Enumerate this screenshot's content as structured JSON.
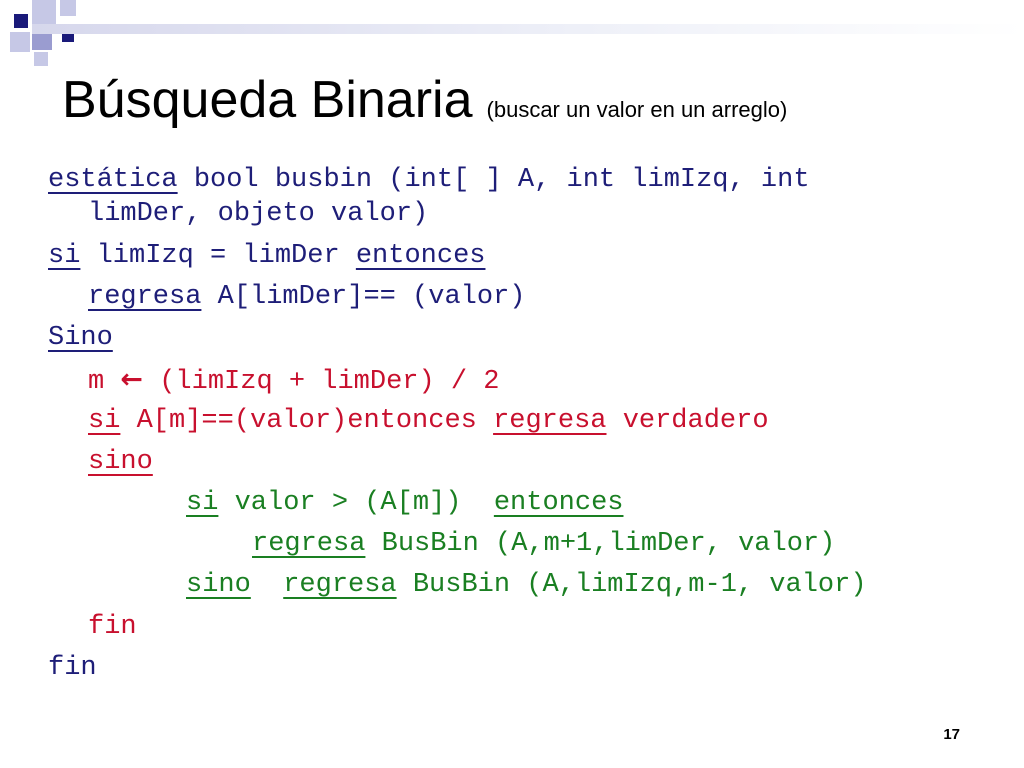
{
  "colors": {
    "navy": "#1e1e78",
    "red": "#c8102e",
    "green": "#1a7f22"
  },
  "title": {
    "main": "Búsqueda Binaria",
    "subtitle": "(buscar un valor en un arreglo)"
  },
  "code": {
    "l1_kw": "estática",
    "l1_rest": " bool busbin (int[ ] A, int limIzq, int",
    "l2": "limDer, objeto valor)",
    "l3_kw1": "si",
    "l3_mid": " limIzq = limDer ",
    "l3_kw2": "entonces",
    "l4_kw": "regresa",
    "l4_rest": " A[limDer]== (valor)",
    "l5_kw": "Sino",
    "l6_a": "m ",
    "l6_arrow": "←",
    "l6_b": " (limIzq + limDer) / 2",
    "l7_kw1": "si",
    "l7_mid": " A[m]==(valor)entonces ",
    "l7_kw2": "regresa",
    "l7_rest": " verdadero",
    "l8_kw": "sino",
    "l9_kw1": "si",
    "l9_mid": " valor > (A[m])  ",
    "l9_kw2": "entonces",
    "l10_kw": "regresa",
    "l10_rest": " BusBin (A,m+1,limDer, valor)",
    "l11_kw1": "sino",
    "l11_gap": "  ",
    "l11_kw2": "regresa",
    "l11_rest": " BusBin (A,limIzq,m-1, valor)",
    "l12": "fin",
    "l13": "fin"
  },
  "page_number": "17"
}
